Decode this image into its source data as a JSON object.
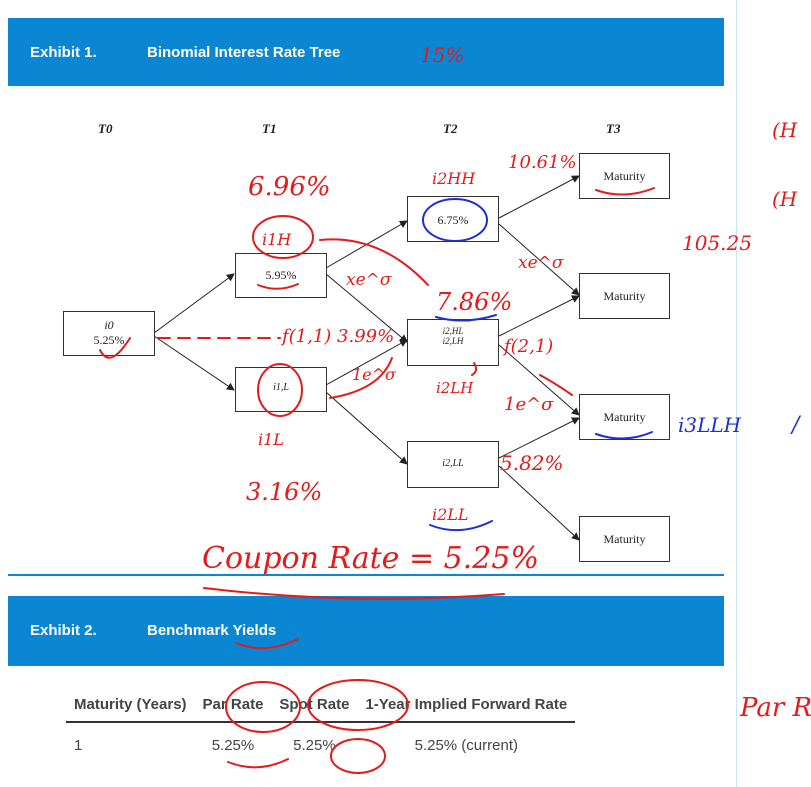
{
  "exhibit1": {
    "number": "Exhibit 1.",
    "title": "Binomial Interest Rate Tree"
  },
  "times": [
    "T0",
    "T1",
    "T2",
    "T3"
  ],
  "nodes": {
    "i0_label": "i0",
    "i0_value": "5.25%",
    "i1H_value": "5.95%",
    "i1L_label": "i1,L",
    "i2HH_value": "6.75%",
    "i2HL_label": "i2,HL",
    "i2LH_label": "i2,LH",
    "i2LL_label": "i2,LL",
    "maturity": "Maturity"
  },
  "exhibit2": {
    "number": "Exhibit 2.",
    "title": "Benchmark Yields"
  },
  "table": {
    "headers": [
      "Maturity (Years)",
      "Par Rate",
      "Spot Rate",
      "1-Year Implied Forward Rate"
    ],
    "rows": [
      [
        "1",
        "5.25%",
        "5.25%",
        "5.25% (current)"
      ]
    ]
  },
  "annotations": {
    "top": "15%",
    "i1H_rate": "6.96%",
    "i1H_name": "i1H",
    "i1L_rate": "3.16%",
    "i1L_name": "i1L",
    "i2HH_name": "i2HH",
    "i2HH_rate": "10.61%",
    "i2HL_rate": "7.86%",
    "i2LH_name": "i2LH",
    "i2LL_rate": "5.82%",
    "i2LL_name": "i2LL",
    "mid_formula": "f(1,1) 3.99%",
    "mid2": "f(2,1)",
    "xe1": "xe^σ",
    "xe2": "xe^σ",
    "e1": "1e^σ",
    "e2": "1e^σ",
    "right1": "105.25",
    "blue": "i3LLH",
    "coupon": "Coupon Rate = 5.25%",
    "right_h1": "(H",
    "right_h2": "(H",
    "par_margin": "Par R"
  },
  "colors": {
    "banner": "#0a86d3",
    "ink_red": "#e31b1b",
    "ink_blue": "#1a2fd6"
  }
}
